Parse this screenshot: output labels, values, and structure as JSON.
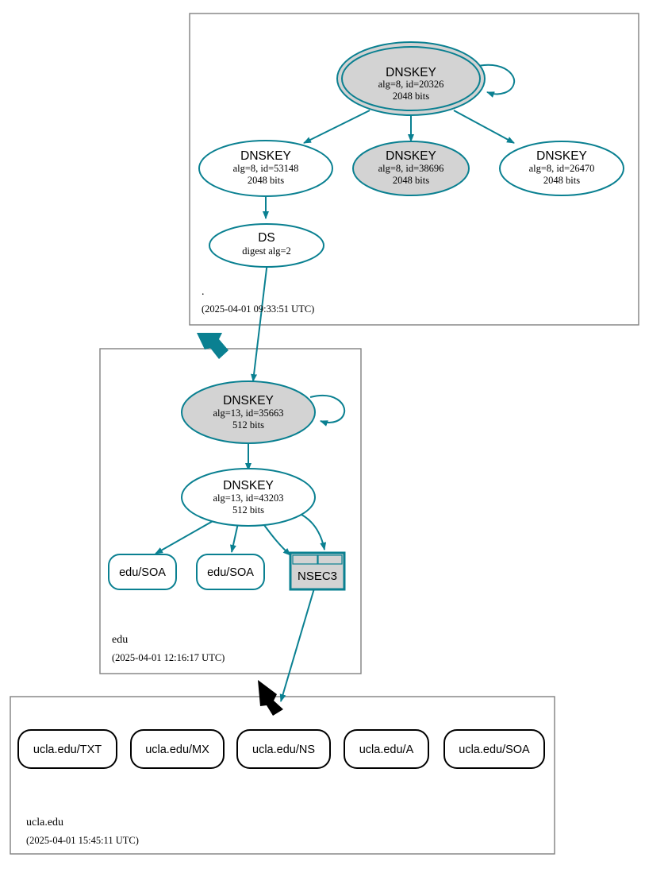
{
  "diagram": {
    "type": "dnssec-authentication-chain",
    "colors": {
      "secure_teal": "#0a8091",
      "insecure_black": "#000000",
      "node_fill_gray": "#d3d3d3",
      "zone_border_gray": "#808080",
      "background": "#ffffff"
    }
  },
  "zones": [
    {
      "id": "root",
      "name": ".",
      "timestamp": "(2025-04-01 09:33:51 UTC)",
      "nodes": [
        {
          "id": "root-ksk",
          "kind": "dnskey",
          "shape": "double-ellipse",
          "fill": "gray",
          "self_signed": true,
          "line1": "DNSKEY",
          "line2": "alg=8, id=20326",
          "line3": "2048 bits"
        },
        {
          "id": "root-zsk-53148",
          "kind": "dnskey",
          "shape": "ellipse",
          "fill": "white",
          "self_signed": false,
          "line1": "DNSKEY",
          "line2": "alg=8, id=53148",
          "line3": "2048 bits"
        },
        {
          "id": "root-zsk-38696",
          "kind": "dnskey",
          "shape": "ellipse",
          "fill": "gray",
          "self_signed": false,
          "line1": "DNSKEY",
          "line2": "alg=8, id=38696",
          "line3": "2048 bits"
        },
        {
          "id": "root-zsk-26470",
          "kind": "dnskey",
          "shape": "ellipse",
          "fill": "white",
          "self_signed": false,
          "line1": "DNSKEY",
          "line2": "alg=8, id=26470",
          "line3": "2048 bits"
        },
        {
          "id": "root-ds",
          "kind": "ds",
          "shape": "ellipse",
          "fill": "white",
          "line1": "DS",
          "line2": "digest alg=2"
        }
      ]
    },
    {
      "id": "edu",
      "name": "edu",
      "timestamp": "(2025-04-01 12:16:17 UTC)",
      "nodes": [
        {
          "id": "edu-ksk",
          "kind": "dnskey",
          "shape": "ellipse",
          "fill": "gray",
          "self_signed": true,
          "line1": "DNSKEY",
          "line2": "alg=13, id=35663",
          "line3": "512 bits"
        },
        {
          "id": "edu-zsk",
          "kind": "dnskey",
          "shape": "ellipse",
          "fill": "white",
          "self_signed": false,
          "line1": "DNSKEY",
          "line2": "alg=13, id=43203",
          "line3": "512 bits"
        },
        {
          "id": "edu-soa-1",
          "kind": "rrset",
          "shape": "rounded-rect",
          "border": "teal",
          "label": "edu/SOA"
        },
        {
          "id": "edu-soa-2",
          "kind": "rrset",
          "shape": "rounded-rect",
          "border": "teal",
          "label": "edu/SOA"
        },
        {
          "id": "edu-nsec3",
          "kind": "nsec3",
          "shape": "table-rect",
          "border": "teal",
          "fill": "gray",
          "label": "NSEC3"
        }
      ]
    },
    {
      "id": "ucla-edu",
      "name": "ucla.edu",
      "timestamp": "(2025-04-01 15:45:11 UTC)",
      "nodes": [
        {
          "id": "ucla-txt",
          "kind": "rrset",
          "shape": "rounded-rect",
          "border": "black",
          "label": "ucla.edu/TXT"
        },
        {
          "id": "ucla-mx",
          "kind": "rrset",
          "shape": "rounded-rect",
          "border": "black",
          "label": "ucla.edu/MX"
        },
        {
          "id": "ucla-ns",
          "kind": "rrset",
          "shape": "rounded-rect",
          "border": "black",
          "label": "ucla.edu/NS"
        },
        {
          "id": "ucla-a",
          "kind": "rrset",
          "shape": "rounded-rect",
          "border": "black",
          "label": "ucla.edu/A"
        },
        {
          "id": "ucla-soa",
          "kind": "rrset",
          "shape": "rounded-rect",
          "border": "black",
          "label": "ucla.edu/SOA"
        }
      ]
    }
  ],
  "edges": [
    {
      "from": "root-ksk",
      "to": "root-ksk",
      "style": "self-loop",
      "color": "teal"
    },
    {
      "from": "root-ksk",
      "to": "root-zsk-53148",
      "style": "arrow",
      "color": "teal"
    },
    {
      "from": "root-ksk",
      "to": "root-zsk-38696",
      "style": "arrow",
      "color": "teal"
    },
    {
      "from": "root-ksk",
      "to": "root-zsk-26470",
      "style": "arrow",
      "color": "teal"
    },
    {
      "from": "root-zsk-53148",
      "to": "root-ds",
      "style": "arrow",
      "color": "teal"
    },
    {
      "from": "root-ds",
      "to": "edu-ksk",
      "style": "arrow",
      "color": "teal"
    },
    {
      "from": "root",
      "to": "edu",
      "style": "delegation",
      "color": "teal"
    },
    {
      "from": "edu-ksk",
      "to": "edu-ksk",
      "style": "self-loop",
      "color": "teal"
    },
    {
      "from": "edu-ksk",
      "to": "edu-zsk",
      "style": "arrow",
      "color": "teal"
    },
    {
      "from": "edu-zsk",
      "to": "edu-soa-1",
      "style": "arrow",
      "color": "teal"
    },
    {
      "from": "edu-zsk",
      "to": "edu-soa-2",
      "style": "arrow",
      "color": "teal"
    },
    {
      "from": "edu-zsk",
      "to": "edu-nsec3",
      "style": "arrow",
      "color": "teal"
    },
    {
      "from": "edu-zsk",
      "to": "edu-nsec3",
      "style": "arrow-curve",
      "color": "teal"
    },
    {
      "from": "edu-nsec3",
      "to": "ucla-edu",
      "style": "arrow",
      "color": "teal"
    },
    {
      "from": "edu",
      "to": "ucla-edu",
      "style": "delegation",
      "color": "black"
    }
  ]
}
